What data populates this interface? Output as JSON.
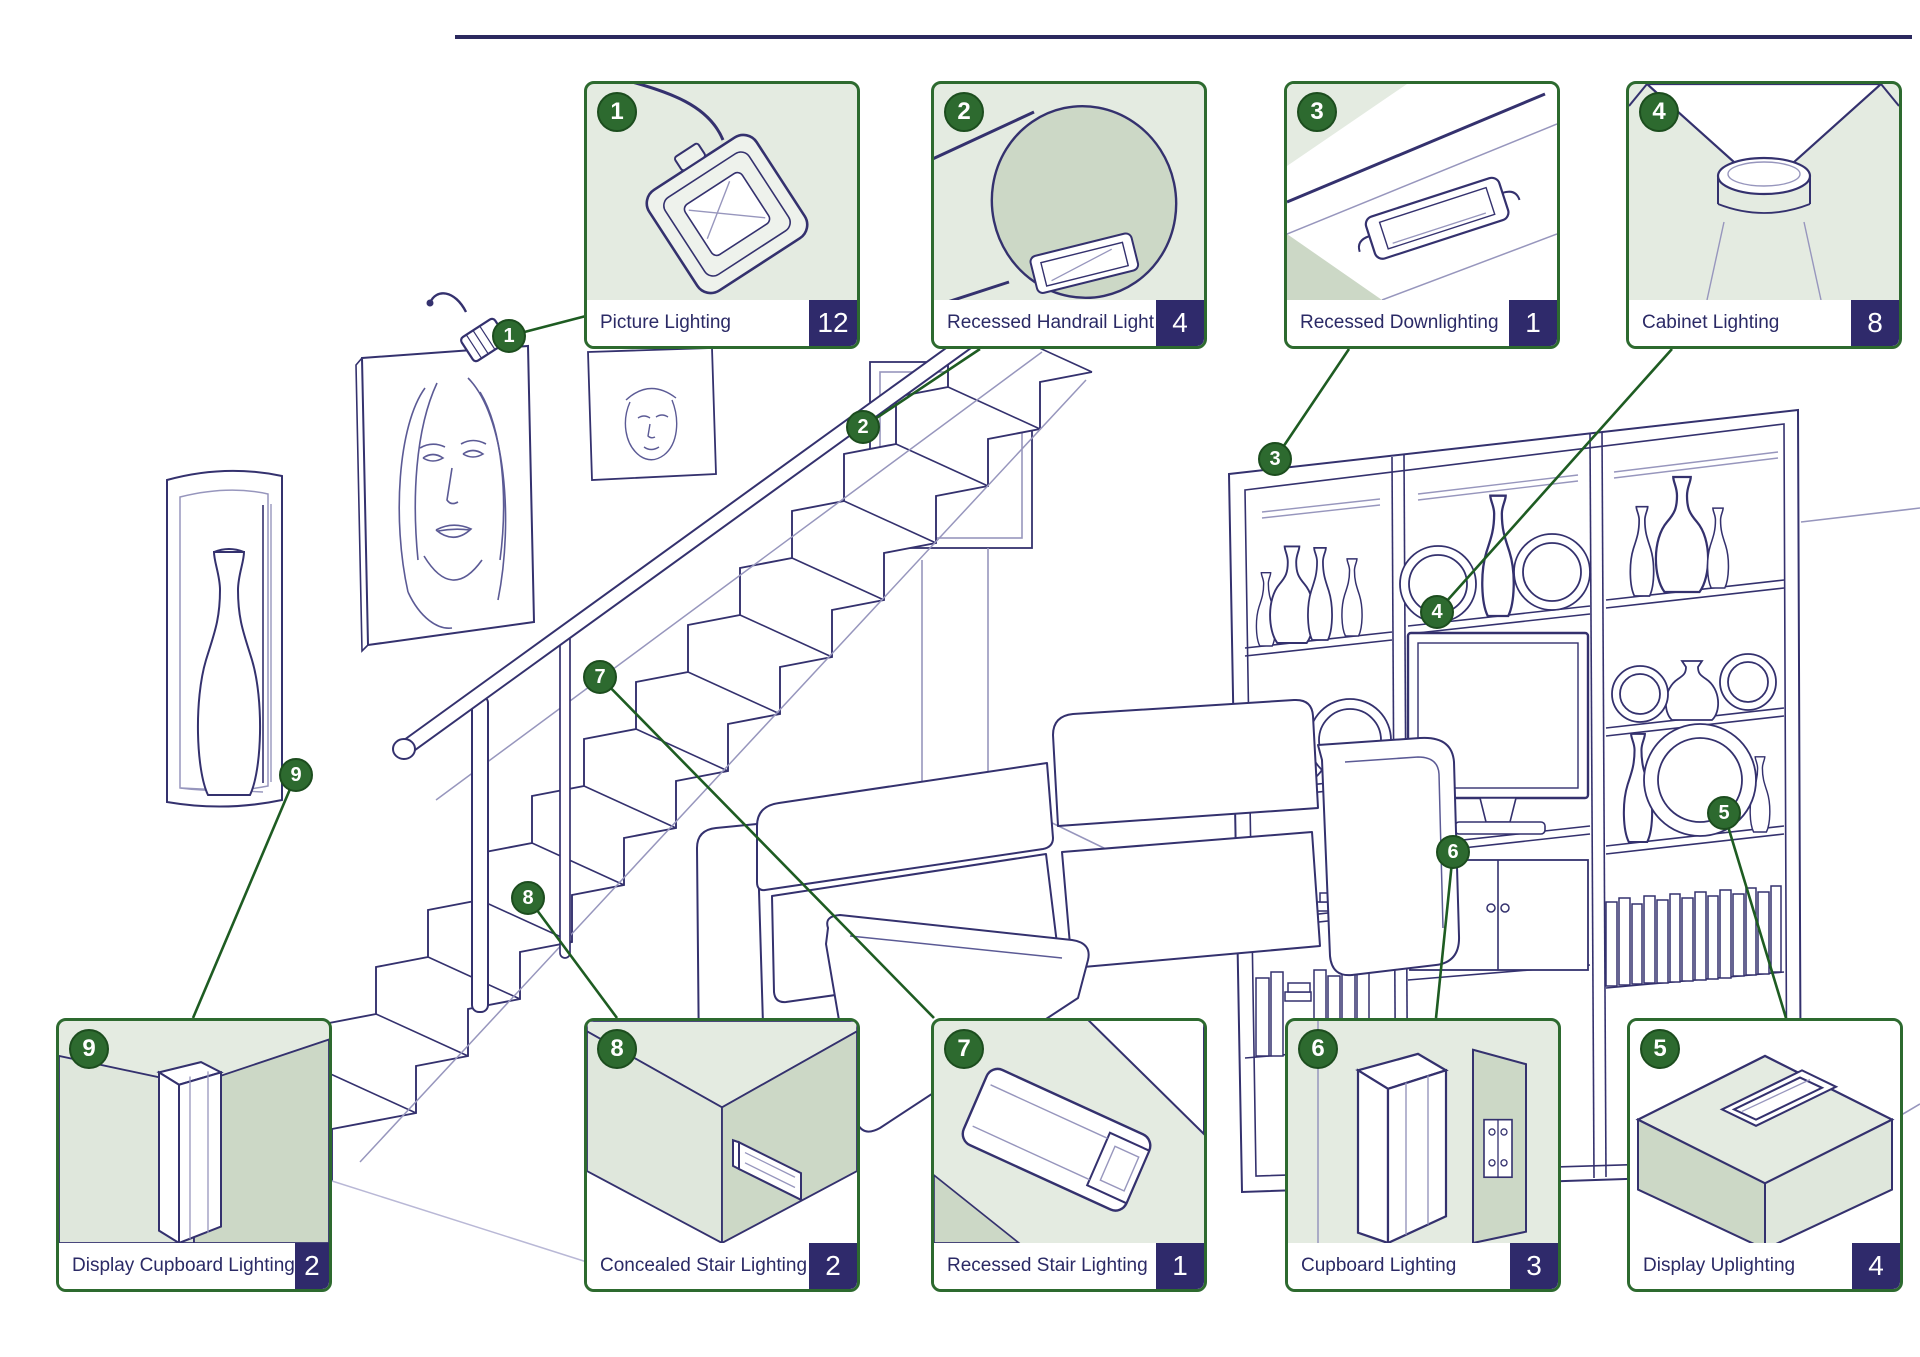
{
  "colors": {
    "accent_green": "#2d6a2f",
    "connector_green": "#1e5c22",
    "badge_indigo": "#2f2a6b",
    "line_navy": "#34316e",
    "panel_green": "#e4ebe1",
    "panel_green_dark": "#ccd8c6",
    "label_text": "#2b2a66"
  },
  "callouts": [
    {
      "number": "1",
      "label": "Picture Lighting",
      "count": "12"
    },
    {
      "number": "2",
      "label": "Recessed Handrail Light",
      "count": "4"
    },
    {
      "number": "3",
      "label": "Recessed Downlighting",
      "count": "1"
    },
    {
      "number": "4",
      "label": "Cabinet Lighting",
      "count": "8"
    },
    {
      "number": "5",
      "label": "Display Uplighting",
      "count": "4"
    },
    {
      "number": "6",
      "label": "Cupboard Lighting",
      "count": "3"
    },
    {
      "number": "7",
      "label": "Recessed Stair Lighting",
      "count": "1"
    },
    {
      "number": "8",
      "label": "Concealed Stair Lighting",
      "count": "2"
    },
    {
      "number": "9",
      "label": "Display Cupboard Lighting",
      "count": "2"
    }
  ],
  "markers": [
    {
      "number": "1"
    },
    {
      "number": "2"
    },
    {
      "number": "3"
    },
    {
      "number": "4"
    },
    {
      "number": "5"
    },
    {
      "number": "6"
    },
    {
      "number": "7"
    },
    {
      "number": "8"
    },
    {
      "number": "9"
    }
  ]
}
